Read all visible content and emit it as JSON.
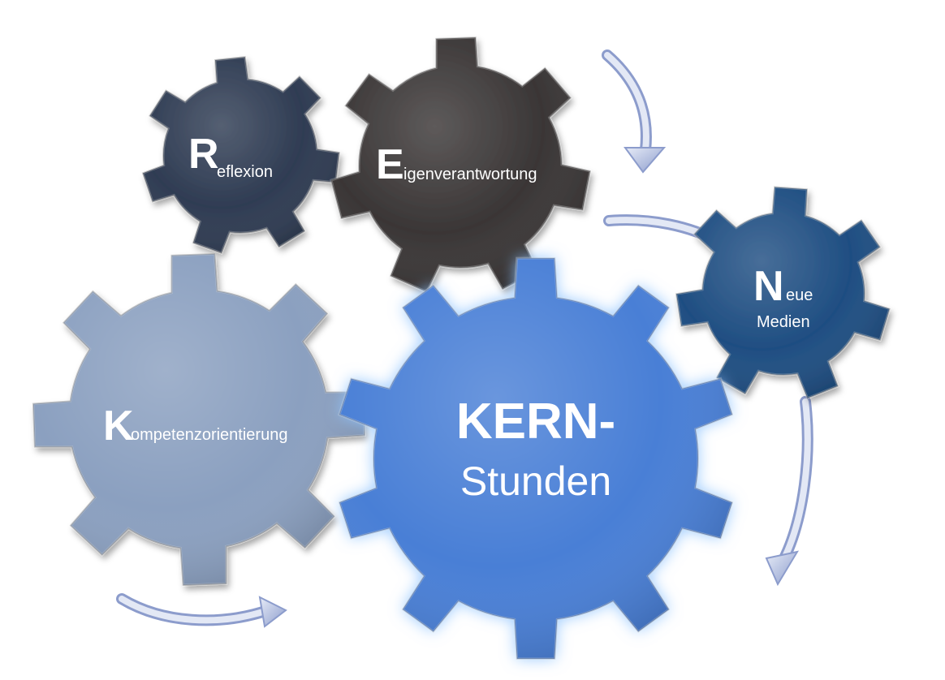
{
  "colors": {
    "reflexion": "#2f3c53",
    "eigenverantwortung": "#3a3636",
    "neue_medien": "#1f4e82",
    "kompetenz": "#8ba0c0",
    "kern": "#4a7fd6",
    "arrow": "#a9b7da"
  },
  "gears": {
    "reflexion": {
      "initial": "R",
      "rest": "eflexion"
    },
    "eigenverantwortung": {
      "initial": "E",
      "rest": "igenverantwortung"
    },
    "neue_medien": {
      "initial": "N",
      "rest": "eue",
      "line2": "Medien"
    },
    "kompetenz": {
      "initial": "K",
      "rest": "ompetenzorientierung"
    },
    "kern": {
      "line1": "KERN-",
      "line2": "Stunden"
    }
  }
}
